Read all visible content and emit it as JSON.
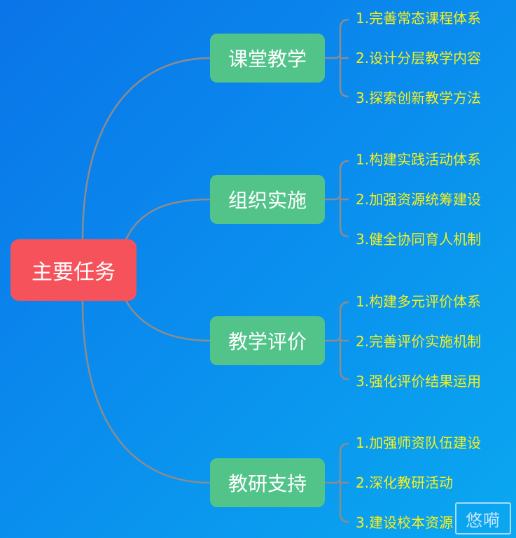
{
  "root": {
    "label": "主要任务"
  },
  "branches": [
    {
      "label": "课堂教学",
      "leaves": [
        "1.完善常态课程体系",
        "2.设计分层教学内容",
        "3.探索创新教学方法"
      ]
    },
    {
      "label": "组织实施",
      "leaves": [
        "1.构建实践活动体系",
        "2.加强资源统筹建设",
        "3.健全协同育人机制"
      ]
    },
    {
      "label": "教学评价",
      "leaves": [
        "1.构建多元评价体系",
        "2.完善评价实施机制",
        "3.强化评价结果运用"
      ]
    },
    {
      "label": "教研支持",
      "leaves": [
        "1.加强师资队伍建设",
        "2.深化教研活动",
        "3.建设校本资源"
      ]
    }
  ],
  "watermark": {
    "text": "悠嗬"
  },
  "colors": {
    "background_start": "#0a74e8",
    "background_end": "#0aa8f0",
    "root_fill": "#f5525b",
    "branch_fill": "#52c48a",
    "leaf_text": "#f7f01a",
    "connector": "#8c8c8c"
  }
}
